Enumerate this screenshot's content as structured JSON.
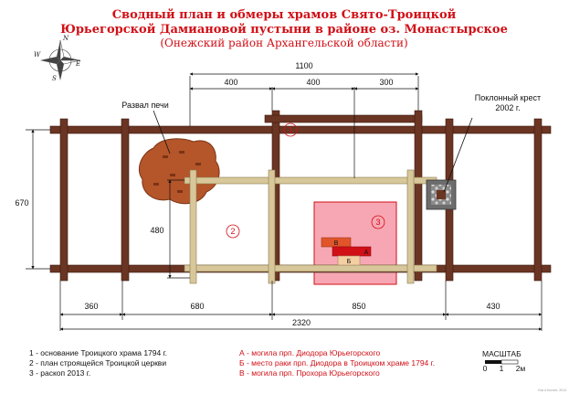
{
  "title": {
    "line1": "Сводный план и обмеры храмов Свято-Троицкой",
    "line2": "Юрьегорской Дамиановой пустыни в районе оз. Монастырское",
    "line3": "(Онежский район Архангельской области)"
  },
  "compass": {
    "n": "N",
    "s": "S",
    "w": "W",
    "e": "E"
  },
  "dimensions": {
    "top_total": "1100",
    "top_a": "400",
    "top_b": "400",
    "top_c": "300",
    "left_height": "670",
    "inner_height": "480",
    "bottom_a": "360",
    "bottom_b": "680",
    "bottom_c": "850",
    "bottom_d": "430",
    "bottom_total": "2320"
  },
  "labels": {
    "stove": "Развал печи",
    "cross_line1": "Поклонный крест",
    "cross_line2": "2002 г.",
    "circle1": "1",
    "circle2": "2",
    "circle3": "3",
    "grave_a": "А",
    "grave_b": "Б",
    "grave_v": "В"
  },
  "legend_left": [
    "1 - основание Троицкого храма 1794 г.",
    "2 - план строящейся Троицкой церкви",
    "3 - раскоп 2013 г."
  ],
  "legend_right": [
    "А - могила прп. Диодора Юрьегорского",
    "Б - место раки прп. Диодора в Троицком храме 1794 г.",
    "В - могила прп. Прохора Юрьегорского"
  ],
  "scale": {
    "title": "МАСШТАБ",
    "t0": "0",
    "t1": "1",
    "t2": "2м"
  },
  "credit": "Баз и Костин, 2013",
  "colors": {
    "log_old": "#6b3523",
    "log_new": "#d8c79a",
    "excavation": "#f7a7b4",
    "accent_red": "#d10f16",
    "stove": "#b5552a"
  }
}
